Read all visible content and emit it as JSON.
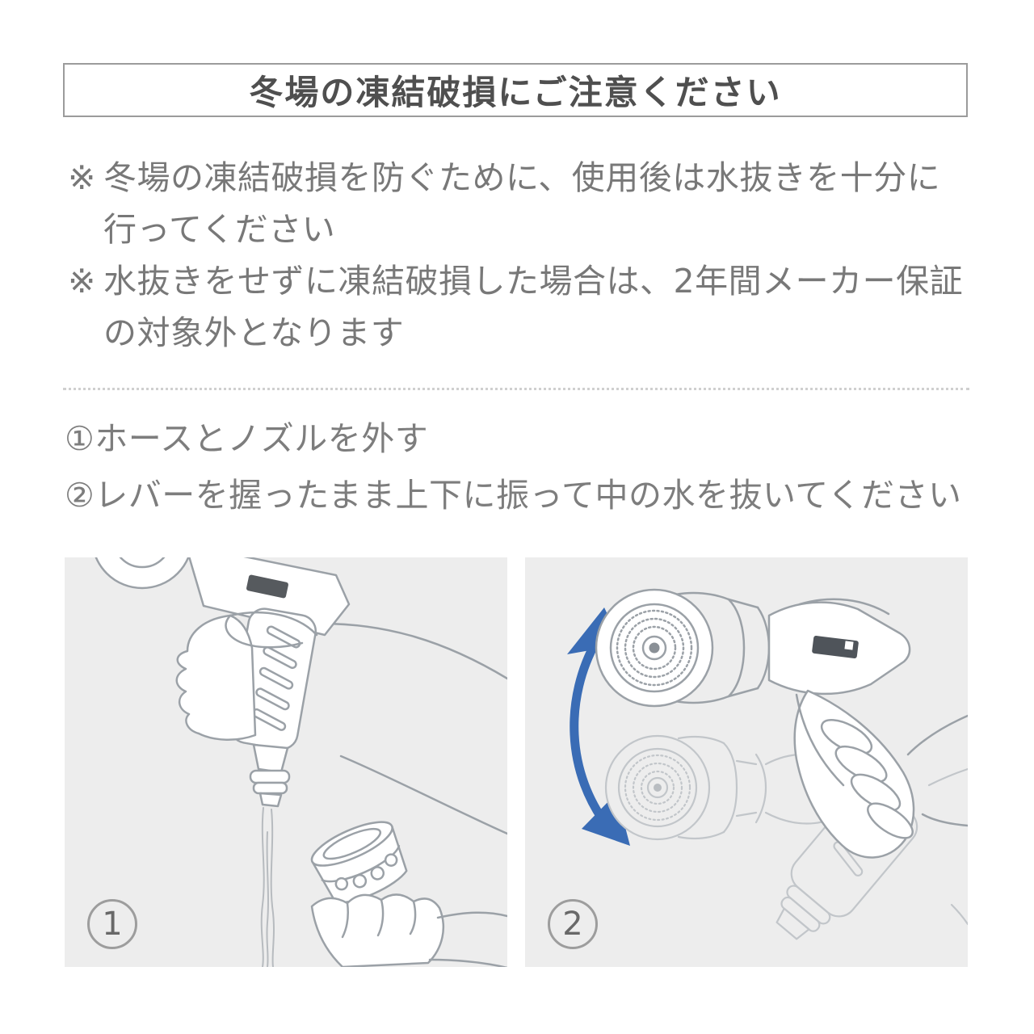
{
  "title": {
    "text": "冬場の凍結破損にご注意ください"
  },
  "notes": [
    {
      "marker": "※",
      "line1": "冬場の凍結破損を防ぐために、使用後は水抜きを十分に",
      "line2": "行ってください"
    },
    {
      "marker": "※",
      "line1": "水抜きをせずに凍結破損した場合は、2年間メーカー保証",
      "line2": "の対象外となります"
    }
  ],
  "steps": [
    {
      "text": "①ホースとノズルを外す"
    },
    {
      "text": "②レバーを握ったまま上下に振って中の水を抜いてください"
    }
  ],
  "panels": [
    {
      "badge": "1"
    },
    {
      "badge": "2"
    }
  ],
  "colors": {
    "accent_blue": "#3a6cb5",
    "panel_background": "#ededed",
    "line_gray": "#9ba1a7",
    "ghost_line_gray": "#c7cbcf",
    "title_text": "#4f4f4f",
    "body_text": "#787878",
    "box_border": "#9b9b9b"
  }
}
